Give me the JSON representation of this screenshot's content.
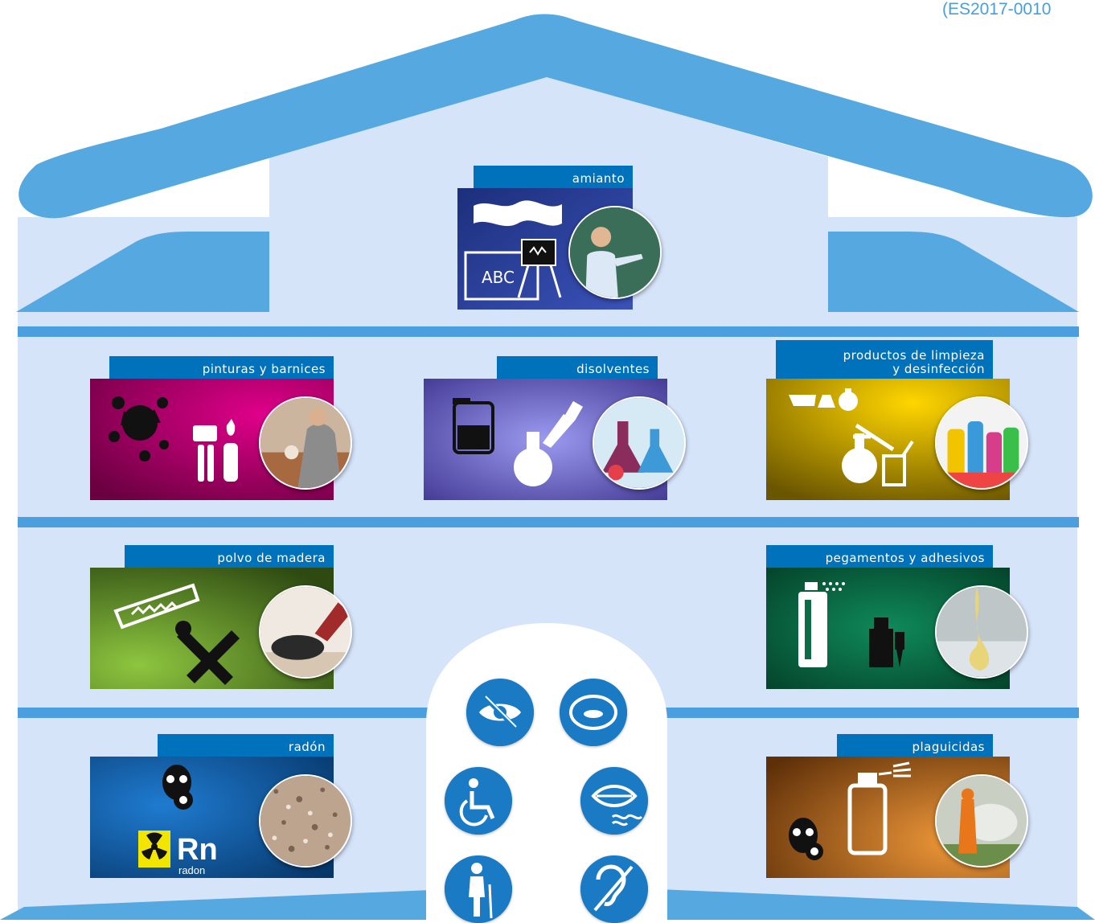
{
  "reference": "(ES2017-0010",
  "colors": {
    "roof": "#56a9e0",
    "wall": "#d6e4fa",
    "band": "#4b9fde",
    "tag": "#0072bc"
  },
  "sections": [
    {
      "id": "amianto",
      "label": "amianto"
    },
    {
      "id": "pinturas",
      "label": "pinturas y barnices"
    },
    {
      "id": "disolventes",
      "label": "disolventes"
    },
    {
      "id": "limpieza",
      "label": "productos de limpieza\ny desinfección"
    },
    {
      "id": "madera",
      "label": "polvo de madera"
    },
    {
      "id": "pegamentos",
      "label": "pegamentos y adhesivos"
    },
    {
      "id": "radon",
      "label": "radón"
    },
    {
      "id": "plaguicidas",
      "label": "plaguicidas"
    }
  ],
  "radon_badge": {
    "symbol": "Rn",
    "name": "radon"
  },
  "accessibility_icons": [
    "low-vision-icon",
    "deaf-blind-icon",
    "wheelchair-icon",
    "speech-icon",
    "elderly-cane-icon",
    "hearing-loop-icon"
  ]
}
